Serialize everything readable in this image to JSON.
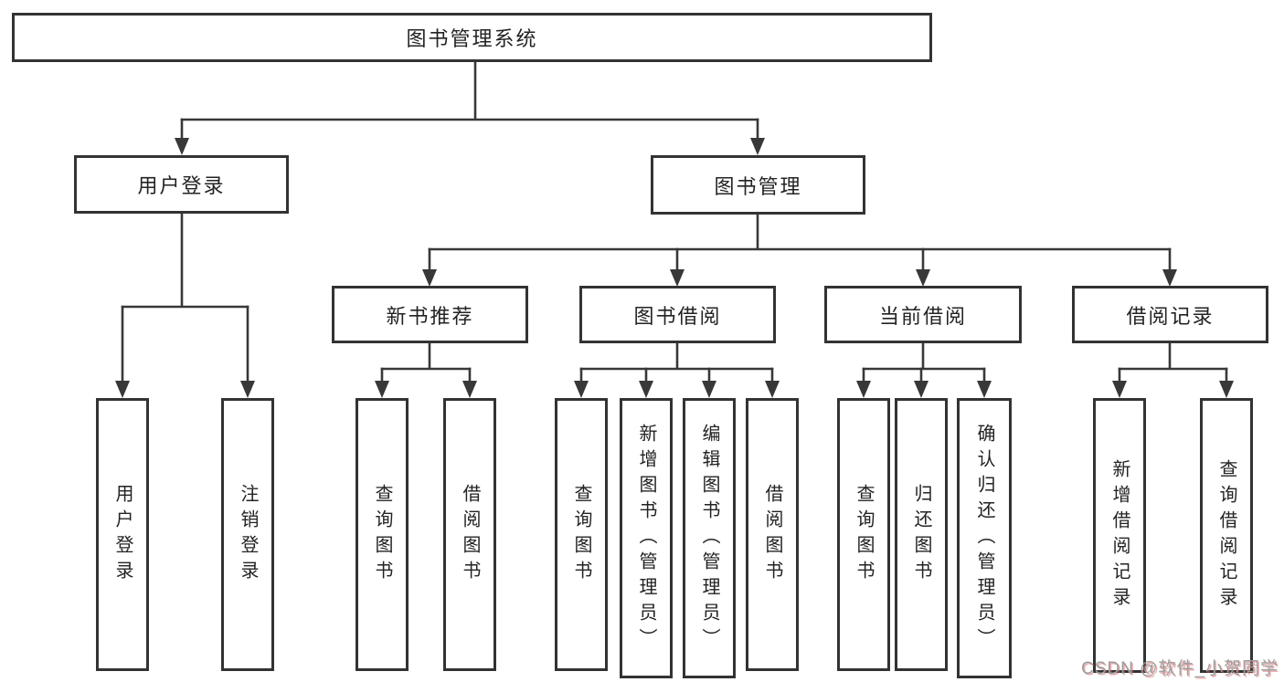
{
  "diagram": {
    "root": {
      "label": "图书管理系统"
    },
    "branches": [
      {
        "label": "用户登录",
        "children": [
          {
            "label": "用户登录"
          },
          {
            "label": "注销登录"
          }
        ]
      },
      {
        "label": "图书管理",
        "children": [
          {
            "label": "新书推荐",
            "children": [
              {
                "label": "查询图书"
              },
              {
                "label": "借阅图书"
              }
            ]
          },
          {
            "label": "图书借阅",
            "children": [
              {
                "label": "查询图书"
              },
              {
                "label": "新增图书（管理员）"
              },
              {
                "label": "编辑图书（管理员）"
              },
              {
                "label": "借阅图书"
              }
            ]
          },
          {
            "label": "当前借阅",
            "children": [
              {
                "label": "查询图书"
              },
              {
                "label": "归还图书"
              },
              {
                "label": "确认归还（管理员）"
              }
            ]
          },
          {
            "label": "借阅记录",
            "children": [
              {
                "label": "新增借阅记录"
              },
              {
                "label": "查询借阅记录"
              }
            ]
          }
        ]
      }
    ]
  },
  "watermark": {
    "text": "CSDN @软件_小贺同学"
  },
  "colors": {
    "line": "#383838",
    "border": "#333333",
    "text": "#232323",
    "background": "#ffffff",
    "watermark": "#9e9e9e"
  }
}
